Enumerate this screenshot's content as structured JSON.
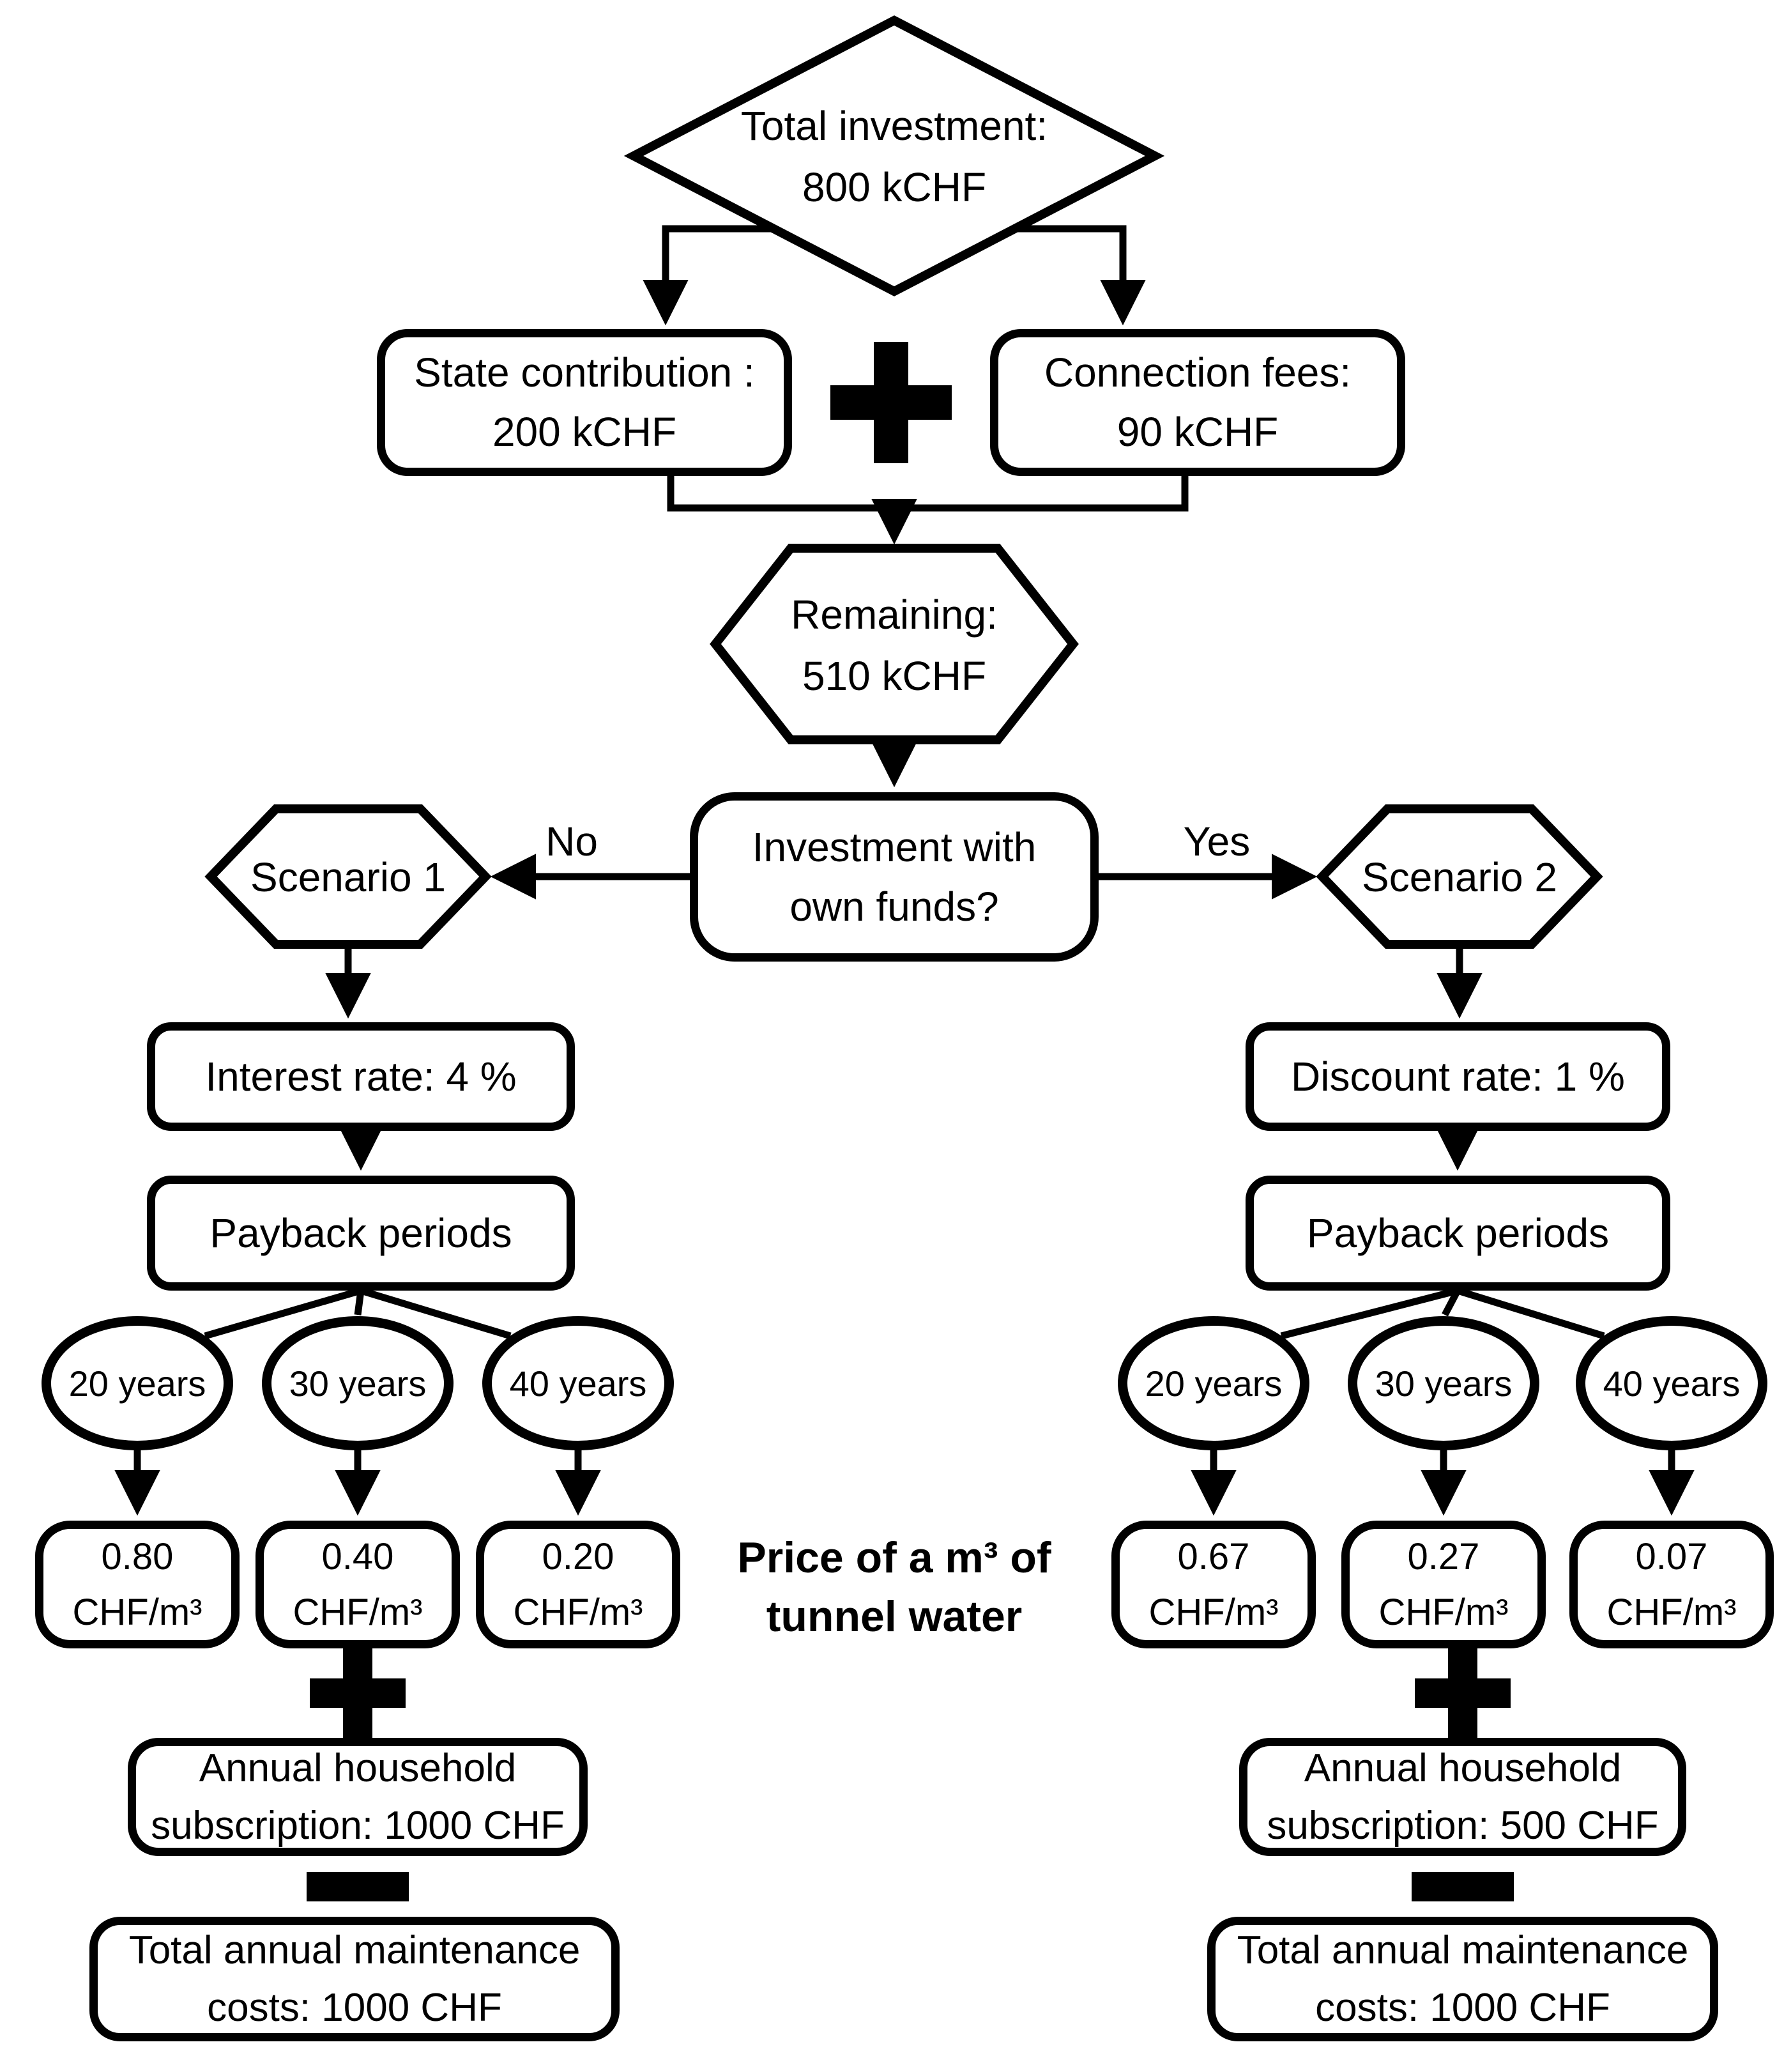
{
  "diagram": {
    "total_investment": {
      "label": "Total investment:",
      "value": "800 kCHF"
    },
    "state_contribution": {
      "label": "State contribution :",
      "value": "200 kCHF"
    },
    "connection_fees": {
      "label": "Connection fees:",
      "value": "90 kCHF"
    },
    "remaining": {
      "label": "Remaining:",
      "value": "510 kCHF"
    },
    "decision": {
      "line1": "Investment with",
      "line2": "own funds?"
    },
    "branch_no": "No",
    "branch_yes": "Yes",
    "center_note": {
      "line1": "Price of a m³ of",
      "line2": "tunnel water"
    },
    "operators": {
      "plus": "+",
      "minus": "−"
    },
    "scenario1": {
      "name": "Scenario 1",
      "rate": "Interest rate: 4 %",
      "payback": "Payback periods",
      "periods": [
        "20 years",
        "30 years",
        "40 years"
      ],
      "prices": [
        {
          "value": "0.80",
          "unit": "CHF/m³"
        },
        {
          "value": "0.40",
          "unit": "CHF/m³"
        },
        {
          "value": "0.20",
          "unit": "CHF/m³"
        }
      ],
      "subscription": {
        "line1": "Annual household",
        "line2": "subscription: 1000 CHF"
      },
      "maintenance": {
        "line1": "Total annual maintenance",
        "line2": "costs: 1000 CHF"
      }
    },
    "scenario2": {
      "name": "Scenario 2",
      "rate": "Discount rate: 1 %",
      "payback": "Payback periods",
      "periods": [
        "20 years",
        "30 years",
        "40 years"
      ],
      "prices": [
        {
          "value": "0.67",
          "unit": "CHF/m³"
        },
        {
          "value": "0.27",
          "unit": "CHF/m³"
        },
        {
          "value": "0.07",
          "unit": "CHF/m³"
        }
      ],
      "subscription": {
        "line1": "Annual household",
        "line2": "subscription: 500 CHF"
      },
      "maintenance": {
        "line1": "Total annual maintenance",
        "line2": "costs: 1000 CHF"
      }
    }
  }
}
